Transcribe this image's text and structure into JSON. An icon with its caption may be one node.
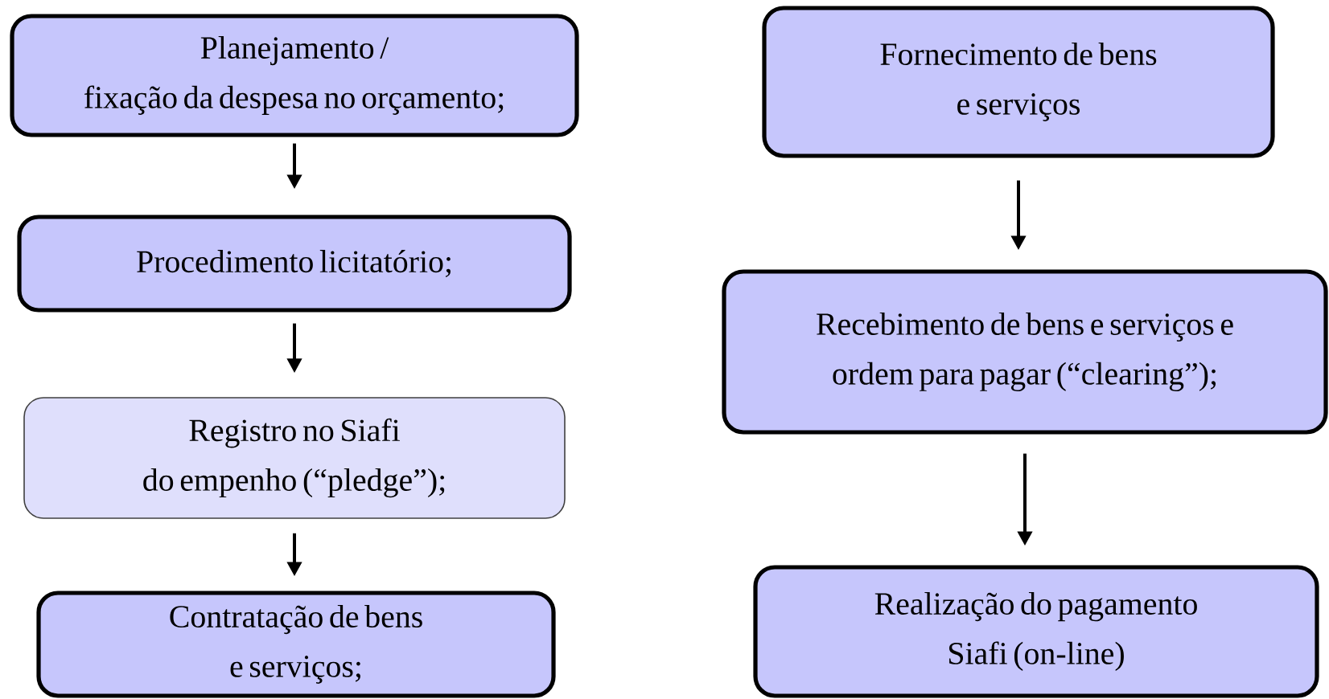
{
  "diagram": {
    "nodes": [
      {
        "text": [
          "Planejamento / fixação da despesa no orçamento;"
        ]
      },
      {
        "text": [
          "Procedimento licitatório;"
        ]
      },
      {
        "text": [
          "Registro no Siafi do empenho (“pledge”);"
        ]
      },
      {
        "text": [
          "Contratação de bens e serviços;"
        ]
      },
      {
        "text": [
          "Fornecimento de bens e serviços"
        ]
      },
      {
        "text": [
          "Recebimento de bens e serviços e ordem para pagar (“clearing”);"
        ]
      },
      {
        "text": [
          "Realização do pagamento Siafi (on-line)"
        ]
      }
    ],
    "edges": [
      {
        "from": 0,
        "to": 1,
        "arrow": "to"
      },
      {
        "from": 1,
        "to": 2,
        "arrow": "to"
      },
      {
        "from": 2,
        "to": 3,
        "arrow": "to"
      },
      {
        "from": 4,
        "to": 5,
        "arrow": "to"
      },
      {
        "from": 5,
        "to": 6,
        "arrow": "to"
      }
    ]
  }
}
